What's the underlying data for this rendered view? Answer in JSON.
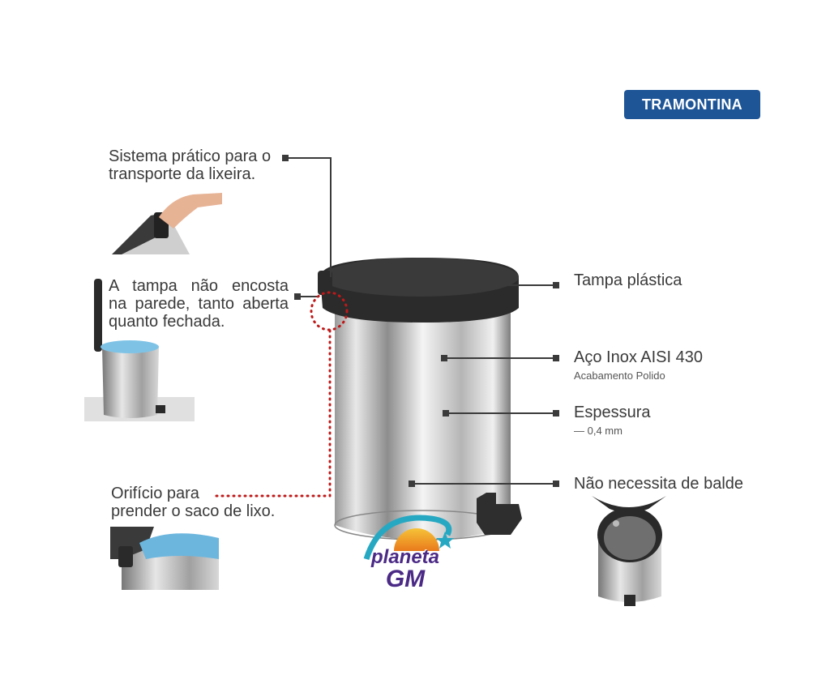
{
  "brand": {
    "logo_text": "TRAMONTINA"
  },
  "features": {
    "transport": {
      "line1": "Sistema prático para o",
      "line2": "transporte da lixeira."
    },
    "wall": {
      "line1": "A tampa não encosta",
      "line2": "na parede, tanto aberta",
      "line3": "quanto fechada."
    },
    "hole": {
      "line1": "Orifício para",
      "line2": "prender o saco de lixo."
    },
    "lid": {
      "label": "Tampa plástica"
    },
    "steel": {
      "label": "Aço Inox AISI 430",
      "sub": "Acabamento Polido"
    },
    "thickness": {
      "label": "Espessura",
      "sub": "— 0,4 mm"
    },
    "bucket": {
      "label": "Não necessita de balde"
    }
  },
  "watermark": {
    "text1": "planeta",
    "text2": "GM"
  },
  "colors": {
    "brand": "#1e5597",
    "leader": "#3a3a3a",
    "dots": "#c01818",
    "lid": "#2b2b2b"
  }
}
